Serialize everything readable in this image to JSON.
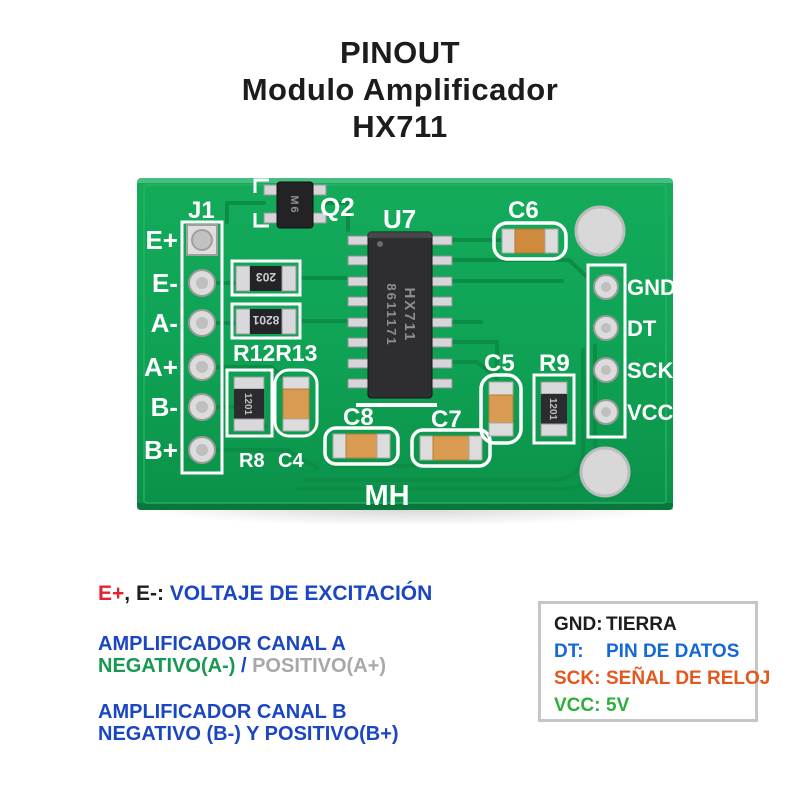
{
  "title": {
    "line1": "PINOUT",
    "line2": "Modulo Amplificador",
    "line3": "HX711"
  },
  "board": {
    "connector_ref": "J1",
    "left_pins": [
      "E+",
      "E-",
      "A-",
      "A+",
      "B-",
      "B+"
    ],
    "right_pins": [
      "GND",
      "DT",
      "SCK",
      "VCC"
    ],
    "refs": {
      "q2": "Q2",
      "u7": "U7",
      "c6": "C6",
      "c5": "C5",
      "r9": "R9",
      "c8": "C8",
      "c7": "C7",
      "r8": "R8",
      "c4": "C4",
      "r12r13": "R12R13"
    },
    "markings": {
      "transistor": "M6",
      "ic_line1": "HX711",
      "ic_line2": "8611171",
      "res_top": "203",
      "res_bottom": "8201",
      "r8_code": "1201",
      "r9_code": "1201"
    },
    "logo": "MH"
  },
  "legend_left": {
    "line1": {
      "e_plus": "E+",
      "comma": ", ",
      "e_minus": "E-:",
      "rest": " VOLTAJE DE EXCITACIÓN"
    },
    "channel_a": {
      "title": "AMPLIFICADOR CANAL A",
      "negative": "NEGATIVO(A-)",
      "separator": " / ",
      "positive": "POSITIVO(A+)"
    },
    "channel_b": {
      "title": "AMPLIFICADOR CANAL B",
      "line2": " NEGATIVO (B-) Y  POSITIVO(B+)"
    }
  },
  "legend_box": {
    "rows": [
      {
        "label": "GND:",
        "value": "TIERRA"
      },
      {
        "label": "DT:",
        "value": "PIN DE DATOS"
      },
      {
        "label": "SCK:",
        "value": "SEÑAL DE RELOJ"
      },
      {
        "label": "VCC:",
        "value": "5V"
      }
    ]
  },
  "colors": {
    "title_text": "#1c1c1c",
    "pcb_green": "#0fa355",
    "trace_green": "#0b8d48",
    "silkscreen": "#ffffff",
    "excitation_red": "#e52330",
    "legend_blue": "#1b46c2",
    "negative_green": "#17994f",
    "positive_gray": "#a8a8a8",
    "box_gnd_black": "#1d1d1d",
    "box_dt_blue": "#1668d6",
    "box_sck_orange": "#e4571e",
    "box_vcc_green": "#2fae3c",
    "box_border_gray": "#c6c6c6"
  }
}
